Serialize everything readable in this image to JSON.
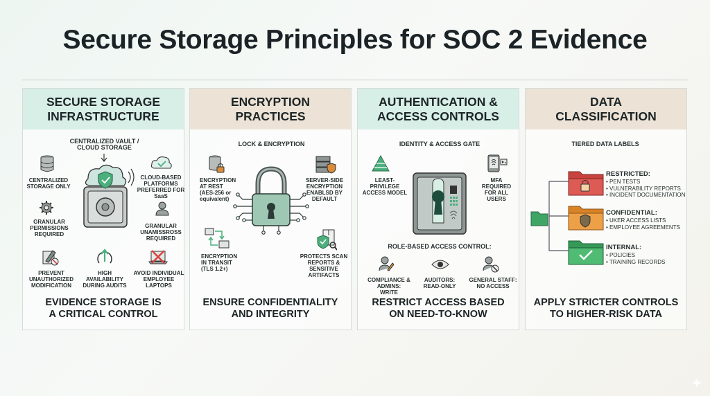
{
  "title": "Secure Storage Principles for SOC 2 Evidence",
  "colors": {
    "teal_head": "#d8efe8",
    "tan_head": "#ece3d6",
    "accent_green": "#4caf7d",
    "folder_red": "#d9534f",
    "folder_orange": "#e8993a",
    "folder_green": "#4ab26a"
  },
  "panels": [
    {
      "header": "SECURE STORAGE\nINFRASTRUCTURE",
      "center_label": "CENTRALIZED VAULT /\nCLOUD STORAGE",
      "items": [
        "CENTRALIZED\nSTORAGE ONLY",
        "CLOUD-BASED\nPLATFORMS\nPREFERRED FOR\nSaaS",
        "GRANULAR\nPERMISSIONS\nREQUIRED",
        "GRANULAR\nUNAMISSROSS\nREQUIRED",
        "PREVENT\nUNAUTHORIZED\nMODIFICATION",
        "HIGH\nAVAILABILITY\nDURING AUDITS",
        "AVOID INDIVIDUAL\nEMPLOYEE\nLAPTOPS"
      ],
      "footer": "EVIDENCE STORAGE IS\nA CRITICAL CONTROL"
    },
    {
      "header": "ENCRYPTION\nPRACTICES",
      "center_label": "LOCK & ENCRYPTION",
      "items": [
        "ENCRYPTION\nAT REST\n(AES-256 or\nequivalent)",
        "SERVER-SIDE\nENCRYPTION\nENABLSD BY\nDEFAULT",
        "ENCRYPTION\nIN TRANSIT\n(TLS 1.2+)",
        "PROTECTS SCAN\nREPORTS &\nSENSITIVE\nARTIFACTS"
      ],
      "footer": "ENSURE CONFIDENTIALITY\nAND INTEGRITY"
    },
    {
      "header": "AUTHENTICATION &\nACCESS CONTROLS",
      "center_label": "IDENTITY & ACCESS GATE",
      "items": [
        "LEAST-PRIVILEGE\nACCESS MODEL",
        "MFA REQUIRED\nFOR ALL USERS"
      ],
      "rbac_label": "ROLE-BASED ACCESS CONTROL:",
      "roles": [
        "COMPLIANCE &\nADMINS: WRITE",
        "AUDITORS:\nREAD-ONLY",
        "GENERAL STAFF:\nNO ACCESS"
      ],
      "footer": "RESTRICT ACCESS BASED\nON NEED-TO-KNOW"
    },
    {
      "header": "DATA\nCLASSIFICATION",
      "center_label": "TIERED DATA LABELS",
      "tiers": [
        {
          "name": "RESTRICTED:",
          "items": [
            "PEN TESTS",
            "VULNERABILITY REPORTS",
            "INCIDENT DOCUMENTATION"
          ]
        },
        {
          "name": "CONFIDENTIAL:",
          "items": [
            "UKER ACCESS LISTS",
            "EMPLOYEE AGREEMENTS"
          ]
        },
        {
          "name": "INTERNAL:",
          "items": [
            "POLICIES",
            "TRAINING RECORDS"
          ]
        }
      ],
      "footer": "APPLY STRICTER CONTROLS\nTO HIGHER-RISK DATA"
    }
  ]
}
